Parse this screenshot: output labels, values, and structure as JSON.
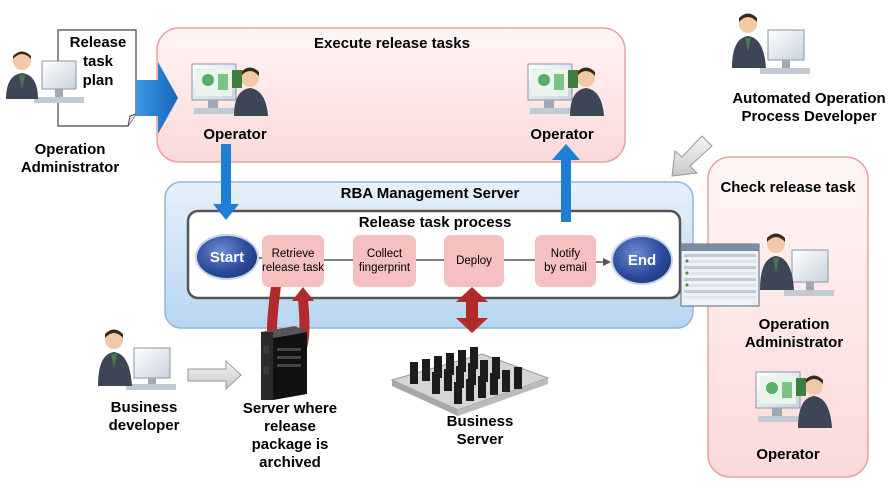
{
  "execute_panel": {
    "title": "Execute release tasks"
  },
  "rba_panel": {
    "title": "RBA Management Server"
  },
  "process_box": {
    "title": "Release task process"
  },
  "check_panel": {
    "title": "Check release task"
  },
  "plan_document": {
    "line1": "Release",
    "line2": "task",
    "line3": "plan"
  },
  "actors": {
    "operation_admin_left": {
      "line1": "Operation",
      "line2": "Administrator"
    },
    "operator_left": "Operator",
    "operator_right": "Operator",
    "auto_developer": {
      "line1": "Automated Operation",
      "line2": "Process Developer"
    },
    "operation_admin_right": {
      "line1": "Operation",
      "line2": "Administrator"
    },
    "operator_check": "Operator",
    "business_developer": {
      "line1": "Business",
      "line2": "developer"
    }
  },
  "process_steps": {
    "start": "Start",
    "retrieve": {
      "line1": "Retrieve",
      "line2": "release task"
    },
    "collect": {
      "line1": "Collect",
      "line2": "fingerprint"
    },
    "deploy": "Deploy",
    "notify": {
      "line1": "Notify",
      "line2": "by email"
    },
    "end": "End"
  },
  "servers": {
    "archive": {
      "line1": "Server where",
      "line2": "release",
      "line3": "package is",
      "line4": "archived"
    },
    "business": {
      "line1": "Business",
      "line2": "Server"
    }
  },
  "colors": {
    "pink_panel_bg": "#fde8e8",
    "pink_panel_border": "#e7a3a3",
    "rba_panel_bg": "#cfe3f7",
    "rba_panel_border": "#8fb6dc",
    "step_fill": "#f4c0c0",
    "blue_arrow": "#1f7fd6",
    "red_arrow": "#b22b2b",
    "oval_fill": "#2b4b9b"
  }
}
